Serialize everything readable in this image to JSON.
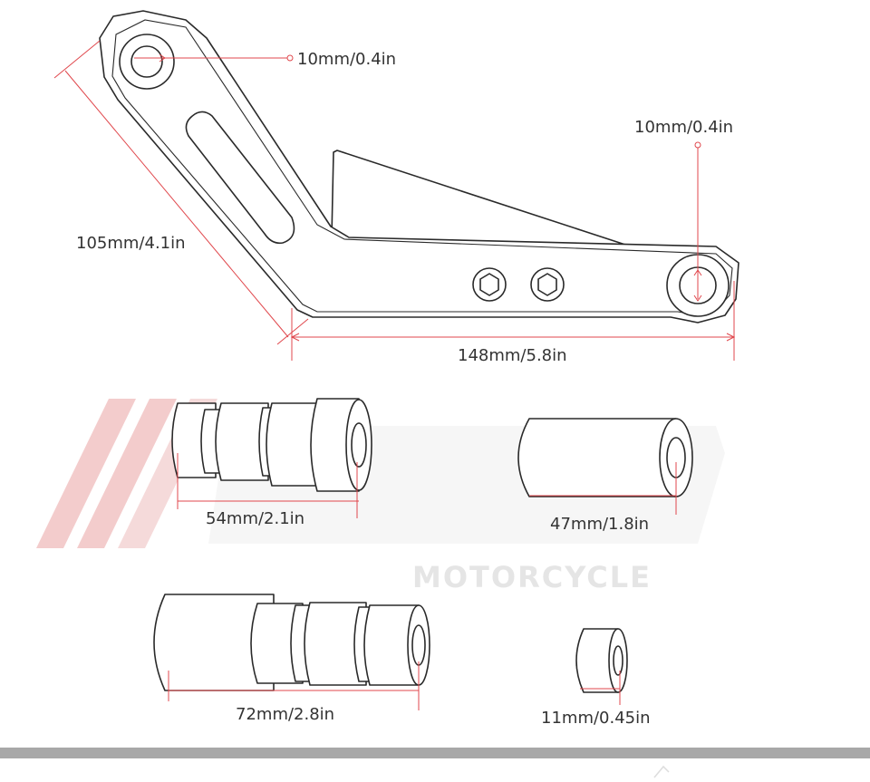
{
  "colors": {
    "dimension_line": "#e0474c",
    "outline": "#2a2a2a",
    "label_text": "#333333",
    "watermark_red": "#f2c7c7",
    "watermark_grey": "#e3e3e3",
    "footer_bar": "#a8a8a8"
  },
  "bracket": {
    "top_hole_label": "10mm/0.4in",
    "side_hole_label": "10mm/0.4in",
    "arm_length_label": "105mm/4.1in",
    "base_length_label": "148mm/5.8in"
  },
  "spacers": [
    {
      "id": "spacer-a",
      "label": "54mm/2.1in"
    },
    {
      "id": "spacer-b",
      "label": "47mm/1.8in"
    },
    {
      "id": "spacer-c",
      "label": "72mm/2.8in"
    },
    {
      "id": "spacer-d",
      "label": "11mm/0.45in"
    }
  ],
  "watermark": {
    "text": "MOTORCYCLE"
  }
}
